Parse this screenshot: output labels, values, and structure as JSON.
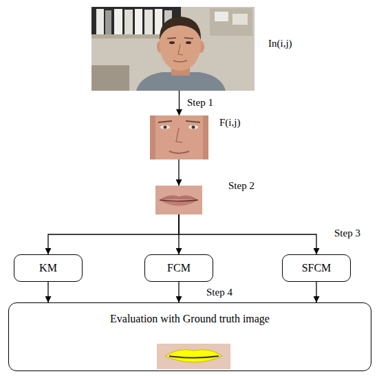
{
  "diagram": {
    "nodes": [
      {
        "text": [
          "In(i,j)"
        ]
      },
      {
        "text": [
          "F(i,j)"
        ]
      },
      {
        "text": []
      },
      {
        "text": [
          "KM"
        ]
      },
      {
        "text": [
          "FCM"
        ]
      },
      {
        "text": [
          "SFCM"
        ]
      },
      {
        "text": [
          "Evaluation with Ground truth image"
        ]
      }
    ],
    "edges": [
      {
        "from": 0,
        "to": 1,
        "arrow": "to",
        "label": "Step 1"
      },
      {
        "from": 1,
        "to": 2,
        "arrow": "to",
        "label": "Step 2"
      },
      {
        "from": 2,
        "to": 3,
        "arrow": "to"
      },
      {
        "from": 2,
        "to": 4,
        "arrow": "to"
      },
      {
        "from": 2,
        "to": 5,
        "arrow": "to"
      },
      {
        "from": 3,
        "to": 6,
        "arrow": "to"
      },
      {
        "from": 4,
        "to": 6,
        "arrow": "to",
        "label": "Step 4"
      },
      {
        "from": 5,
        "to": 6,
        "arrow": "to"
      }
    ],
    "labels": [
      "Step 3"
    ]
  }
}
